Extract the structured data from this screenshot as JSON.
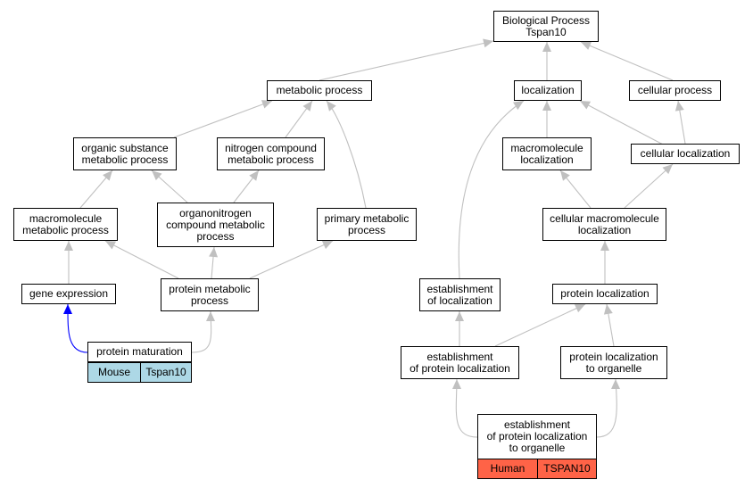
{
  "nodes": {
    "bio": "Biological Process\nTspan10",
    "metabolic": "metabolic process",
    "localization": "localization",
    "cellular_process": "cellular process",
    "organic_substance": "organic substance\nmetabolic process",
    "nitrogen_compound": "nitrogen compound\nmetabolic process",
    "macromolecule_localization": "macromolecule\nlocalization",
    "cellular_localization": "cellular localization",
    "macromolecule_metabolic": "macromolecule\nmetabolic process",
    "organonitrogen": "organonitrogen\ncompound metabolic\nprocess",
    "primary_metabolic": "primary metabolic\nprocess",
    "cellular_macromolecule_localization": "cellular macromolecule\nlocalization",
    "gene_expression": "gene expression",
    "protein_metabolic": "protein metabolic\nprocess",
    "establishment_localization": "establishment\nof localization",
    "protein_localization": "protein localization",
    "protein_maturation": "protein maturation",
    "establishment_protein_localization": "establishment\nof protein localization",
    "protein_localization_organelle": "protein localization\nto organelle",
    "establishment_protein_localization_organelle": "establishment\nof protein localization\nto organelle"
  },
  "annotations": {
    "mouse": {
      "species": "Mouse",
      "gene": "Tspan10"
    },
    "human": {
      "species": "Human",
      "gene": "TSPAN10"
    }
  },
  "colors": {
    "edge": "#c0c0c0",
    "highlight_edge": "#0000ff",
    "mouse": "#add8e6",
    "human": "#ff6347"
  }
}
